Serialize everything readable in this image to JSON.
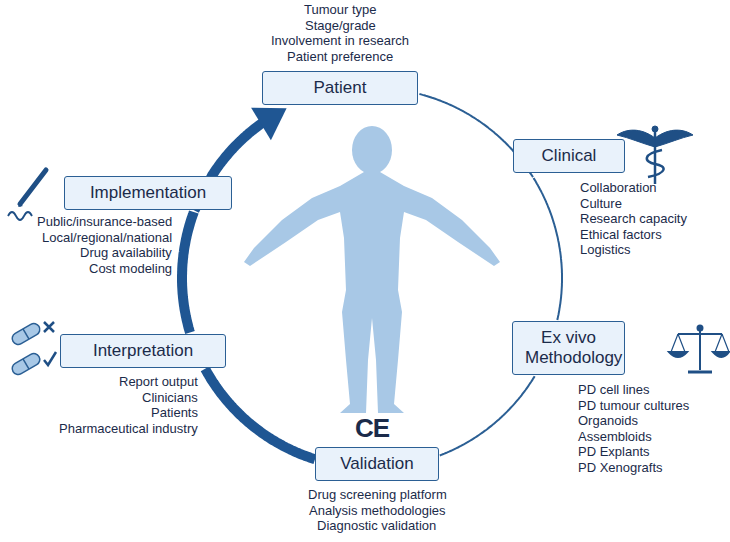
{
  "diagram": {
    "nodes": [
      {
        "text": [
          "Patient"
        ]
      },
      {
        "text": [
          "Clinical"
        ]
      },
      {
        "text": [
          "Ex vivo Methodology"
        ]
      },
      {
        "text": [
          "Validation"
        ]
      },
      {
        "text": [
          "Interpretation"
        ]
      },
      {
        "text": [
          "Implementation"
        ]
      }
    ],
    "edges": [
      {
        "from": 0,
        "to": 1,
        "arrow": "none"
      },
      {
        "from": 1,
        "to": 2,
        "arrow": "none"
      },
      {
        "from": 2,
        "to": 3,
        "arrow": "none"
      },
      {
        "from": 3,
        "to": 4,
        "arrow": "none"
      },
      {
        "from": 4,
        "to": 5,
        "arrow": "none"
      },
      {
        "from": 5,
        "to": 0,
        "arrow": "to"
      }
    ],
    "labels": [
      "Tumour type",
      "Stage/grade",
      "Involvement in research",
      "Patient preference",
      "Collaboration",
      "Culture",
      "Research capacity",
      "Ethical factors",
      "Logistics",
      "PD cell lines",
      "PD tumour cultures",
      "Organoids",
      "Assembloids",
      "PD Explants",
      "PD Xenografts",
      "Drug screening platform",
      "Analysis methodologies",
      "Diagnostic validation",
      "Report output",
      "Clinicians",
      "Patients",
      "Pharmaceutical industry",
      "Public/insurance-based",
      "Local/regional/national",
      "Drug availability",
      "Cost modeling",
      "CE"
    ]
  }
}
